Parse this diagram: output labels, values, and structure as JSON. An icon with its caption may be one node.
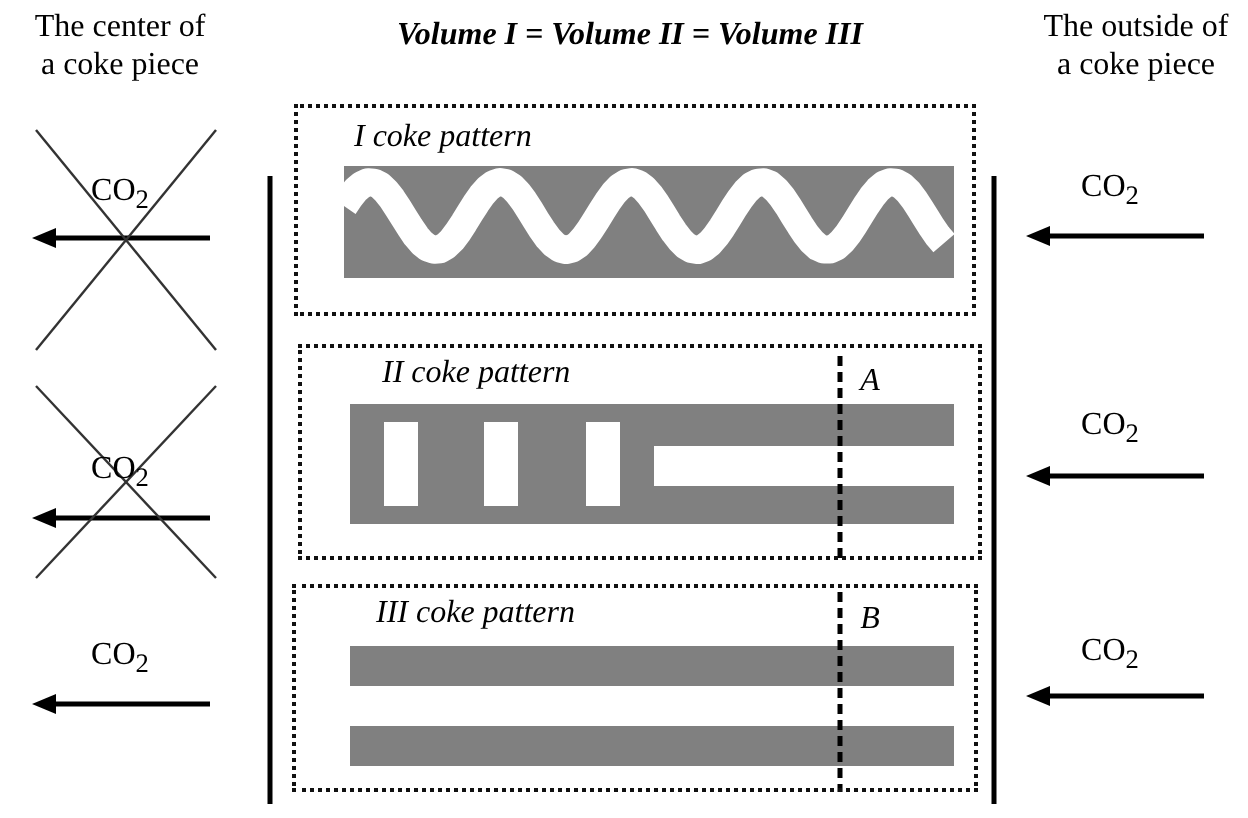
{
  "diagram": {
    "title": "Volume I = Volume II = Volume III",
    "nodes": [
      {
        "text": [
          "I coke pattern"
        ]
      },
      {
        "text": [
          "II coke pattern"
        ]
      },
      {
        "text": [
          "III coke pattern"
        ]
      }
    ],
    "labels": [
      "The center of a coke piece",
      "The outside of a coke piece",
      "CO$_{2}$",
      "CO$_{2}$",
      "A",
      "CO$_{2}$",
      "CO$_{2}$",
      "B",
      "CO$_{2}$",
      "CO$_{2}$"
    ]
  }
}
